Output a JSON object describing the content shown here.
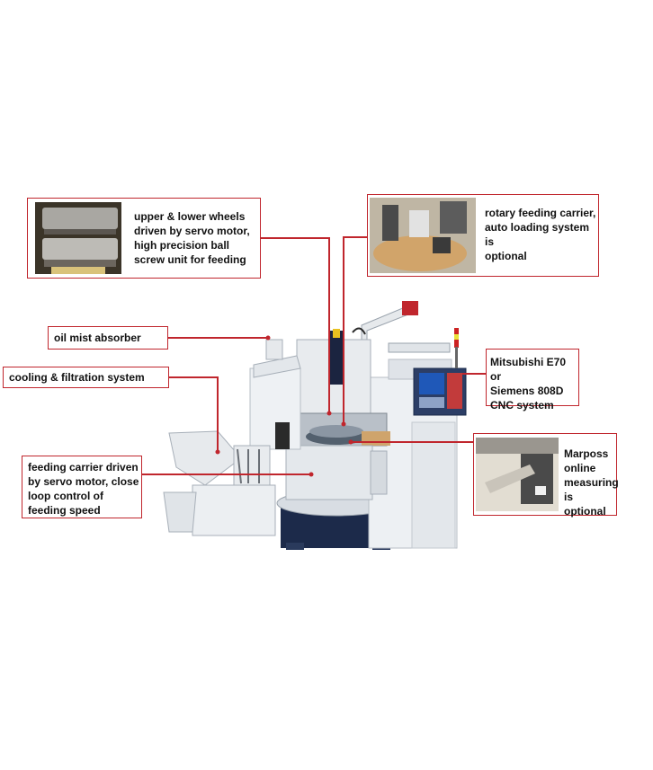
{
  "callouts": {
    "wheels": {
      "label": "upper & lower wheels\ndriven by servo motor,\nhigh precision ball\nscrew unit for feeding"
    },
    "rotary": {
      "label": "rotary feeding carrier,\nauto loading system is\noptional"
    },
    "oil_mist": {
      "label": "oil mist absorber"
    },
    "cooling": {
      "label": "cooling & filtration system"
    },
    "cnc": {
      "label": "Mitsubishi E70 or\nSiemens 808D\nCNC system"
    },
    "feeding_carrier": {
      "label": "feeding carrier driven\nby servo motor, close\nloop control of\nfeeding speed"
    },
    "marposs": {
      "label": "Marposs online\nmeasuring is\noptional"
    }
  },
  "colors": {
    "callout_border": "#c0262d",
    "leader_line": "#c0262d",
    "machine_body": "#e9ecef",
    "machine_base": "#1c2a4a",
    "screen": "#1f58b8"
  }
}
